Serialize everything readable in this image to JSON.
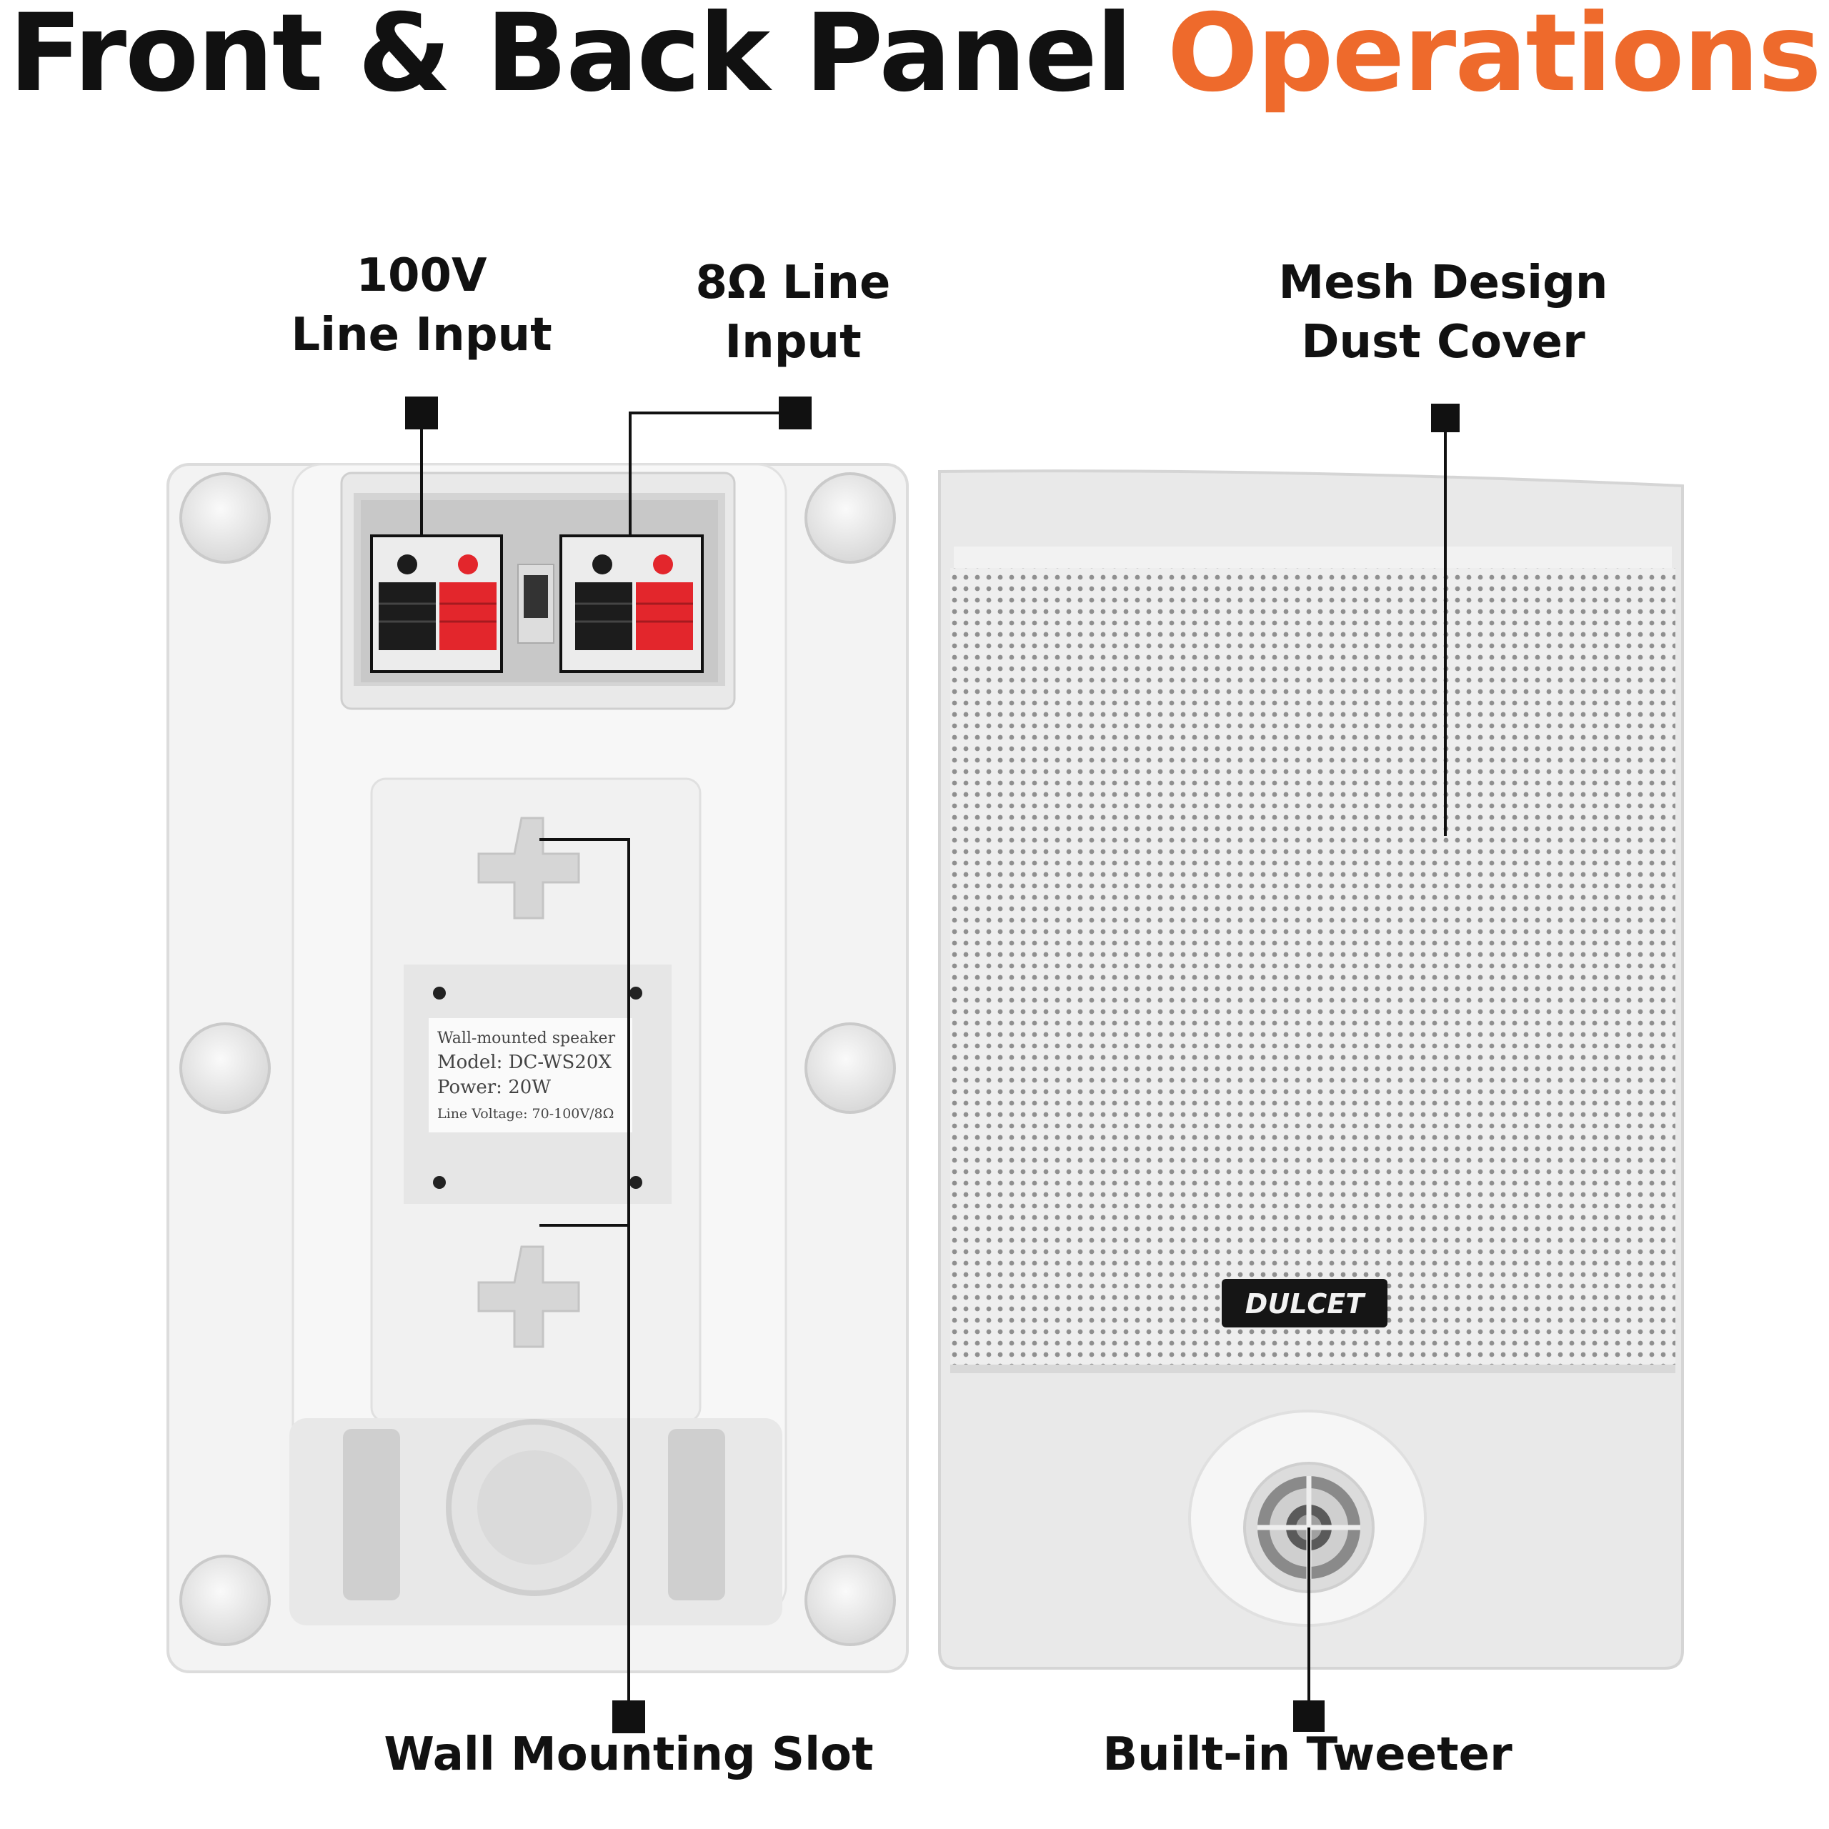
{
  "title": {
    "prefix": "Front & Back Panel",
    "accent": "Operations",
    "accent_color": "#ee6a2c"
  },
  "callouts": {
    "line_100v": {
      "line1": "100V",
      "line2": "Line Input"
    },
    "line_8ohm": {
      "line1": "8Ω Line",
      "line2": "Input"
    },
    "mesh": {
      "line1": "Mesh Design",
      "line2": "Dust Cover"
    },
    "wall_slot": {
      "line1": "Wall Mounting Slot"
    },
    "tweeter": {
      "line1": "Built-in Tweeter"
    }
  },
  "spec_label": {
    "line1": "Wall-mounted speaker",
    "line2": "Model: DC-WS20X",
    "line3": "Power: 20W",
    "line4": "Line Voltage: 70-100V/8Ω"
  },
  "brand": "DULCET",
  "colors": {
    "terminal_red": "#e3262c",
    "terminal_black": "#1c1c1c",
    "leader": "#111111"
  }
}
